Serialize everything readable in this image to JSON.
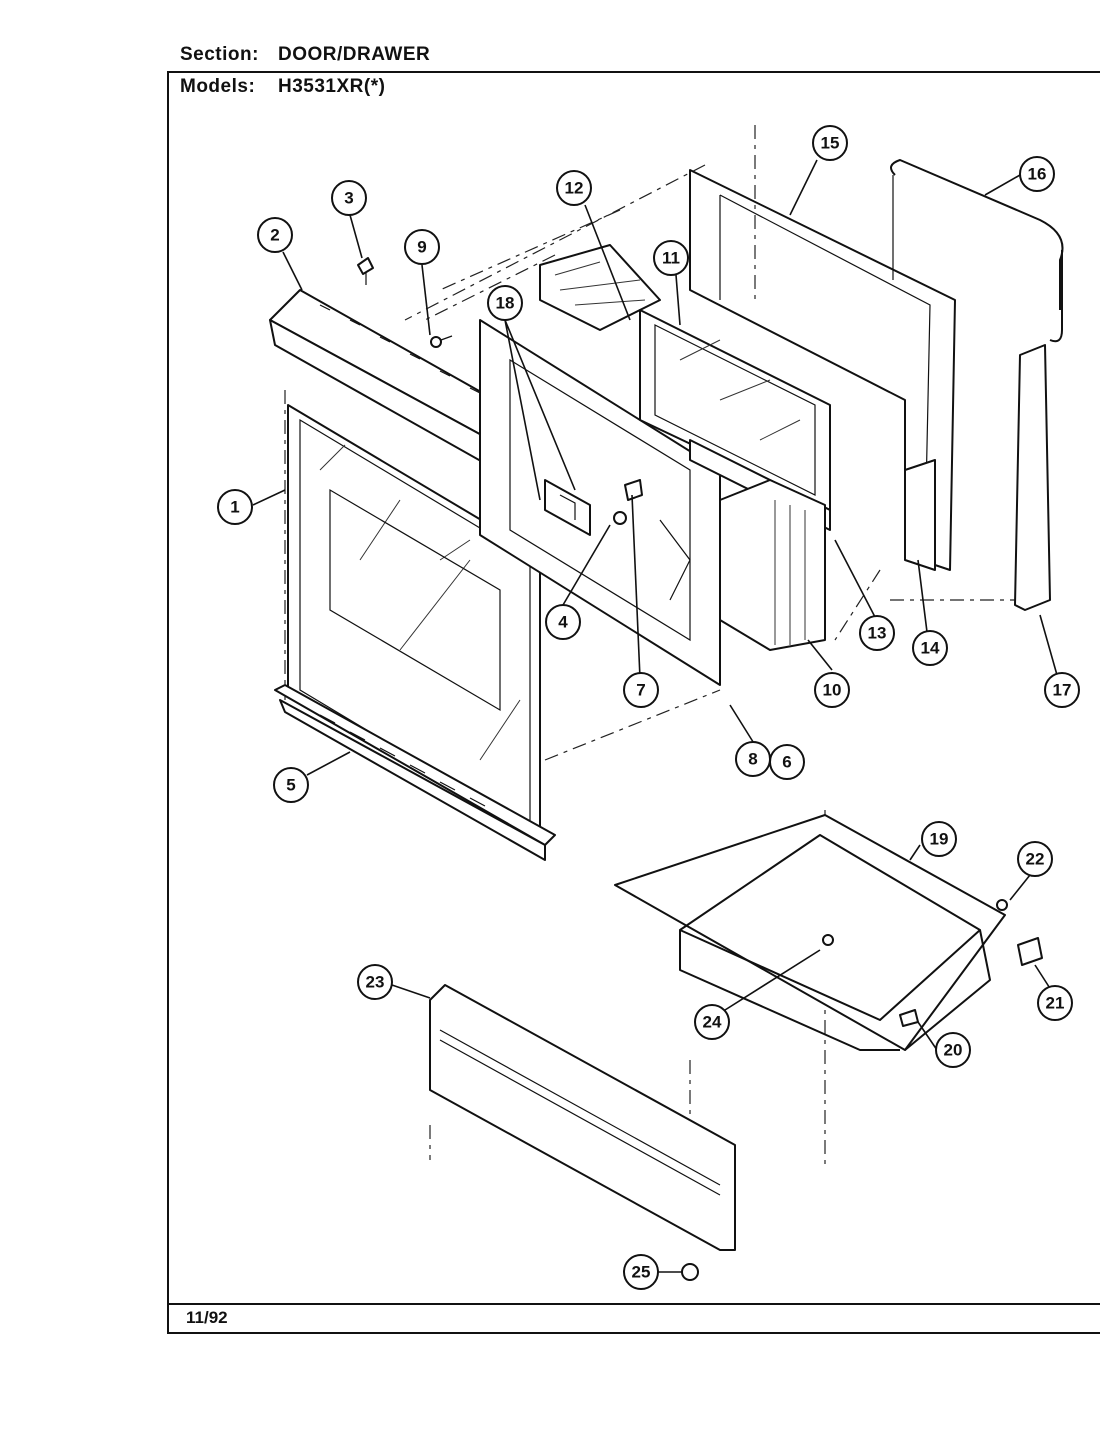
{
  "header": {
    "section_label": "Section:",
    "section_value": "DOOR/DRAWER",
    "models_label": "Models:",
    "models_value": "H3531XR(*)"
  },
  "footer": {
    "date": "11/92"
  },
  "callouts": [
    {
      "id": "1",
      "label": "1"
    },
    {
      "id": "2",
      "label": "2"
    },
    {
      "id": "3",
      "label": "3"
    },
    {
      "id": "4",
      "label": "4"
    },
    {
      "id": "5",
      "label": "5"
    },
    {
      "id": "6",
      "label": "6"
    },
    {
      "id": "7",
      "label": "7"
    },
    {
      "id": "8",
      "label": "8"
    },
    {
      "id": "9",
      "label": "9"
    },
    {
      "id": "10",
      "label": "10"
    },
    {
      "id": "11",
      "label": "11"
    },
    {
      "id": "12",
      "label": "12"
    },
    {
      "id": "13",
      "label": "13"
    },
    {
      "id": "14",
      "label": "14"
    },
    {
      "id": "15",
      "label": "15"
    },
    {
      "id": "16",
      "label": "16"
    },
    {
      "id": "17",
      "label": "17"
    },
    {
      "id": "18",
      "label": "18"
    },
    {
      "id": "19",
      "label": "19"
    },
    {
      "id": "20",
      "label": "20"
    },
    {
      "id": "21",
      "label": "21"
    },
    {
      "id": "22",
      "label": "22"
    },
    {
      "id": "23",
      "label": "23"
    },
    {
      "id": "24",
      "label": "24"
    },
    {
      "id": "25",
      "label": "25"
    }
  ]
}
